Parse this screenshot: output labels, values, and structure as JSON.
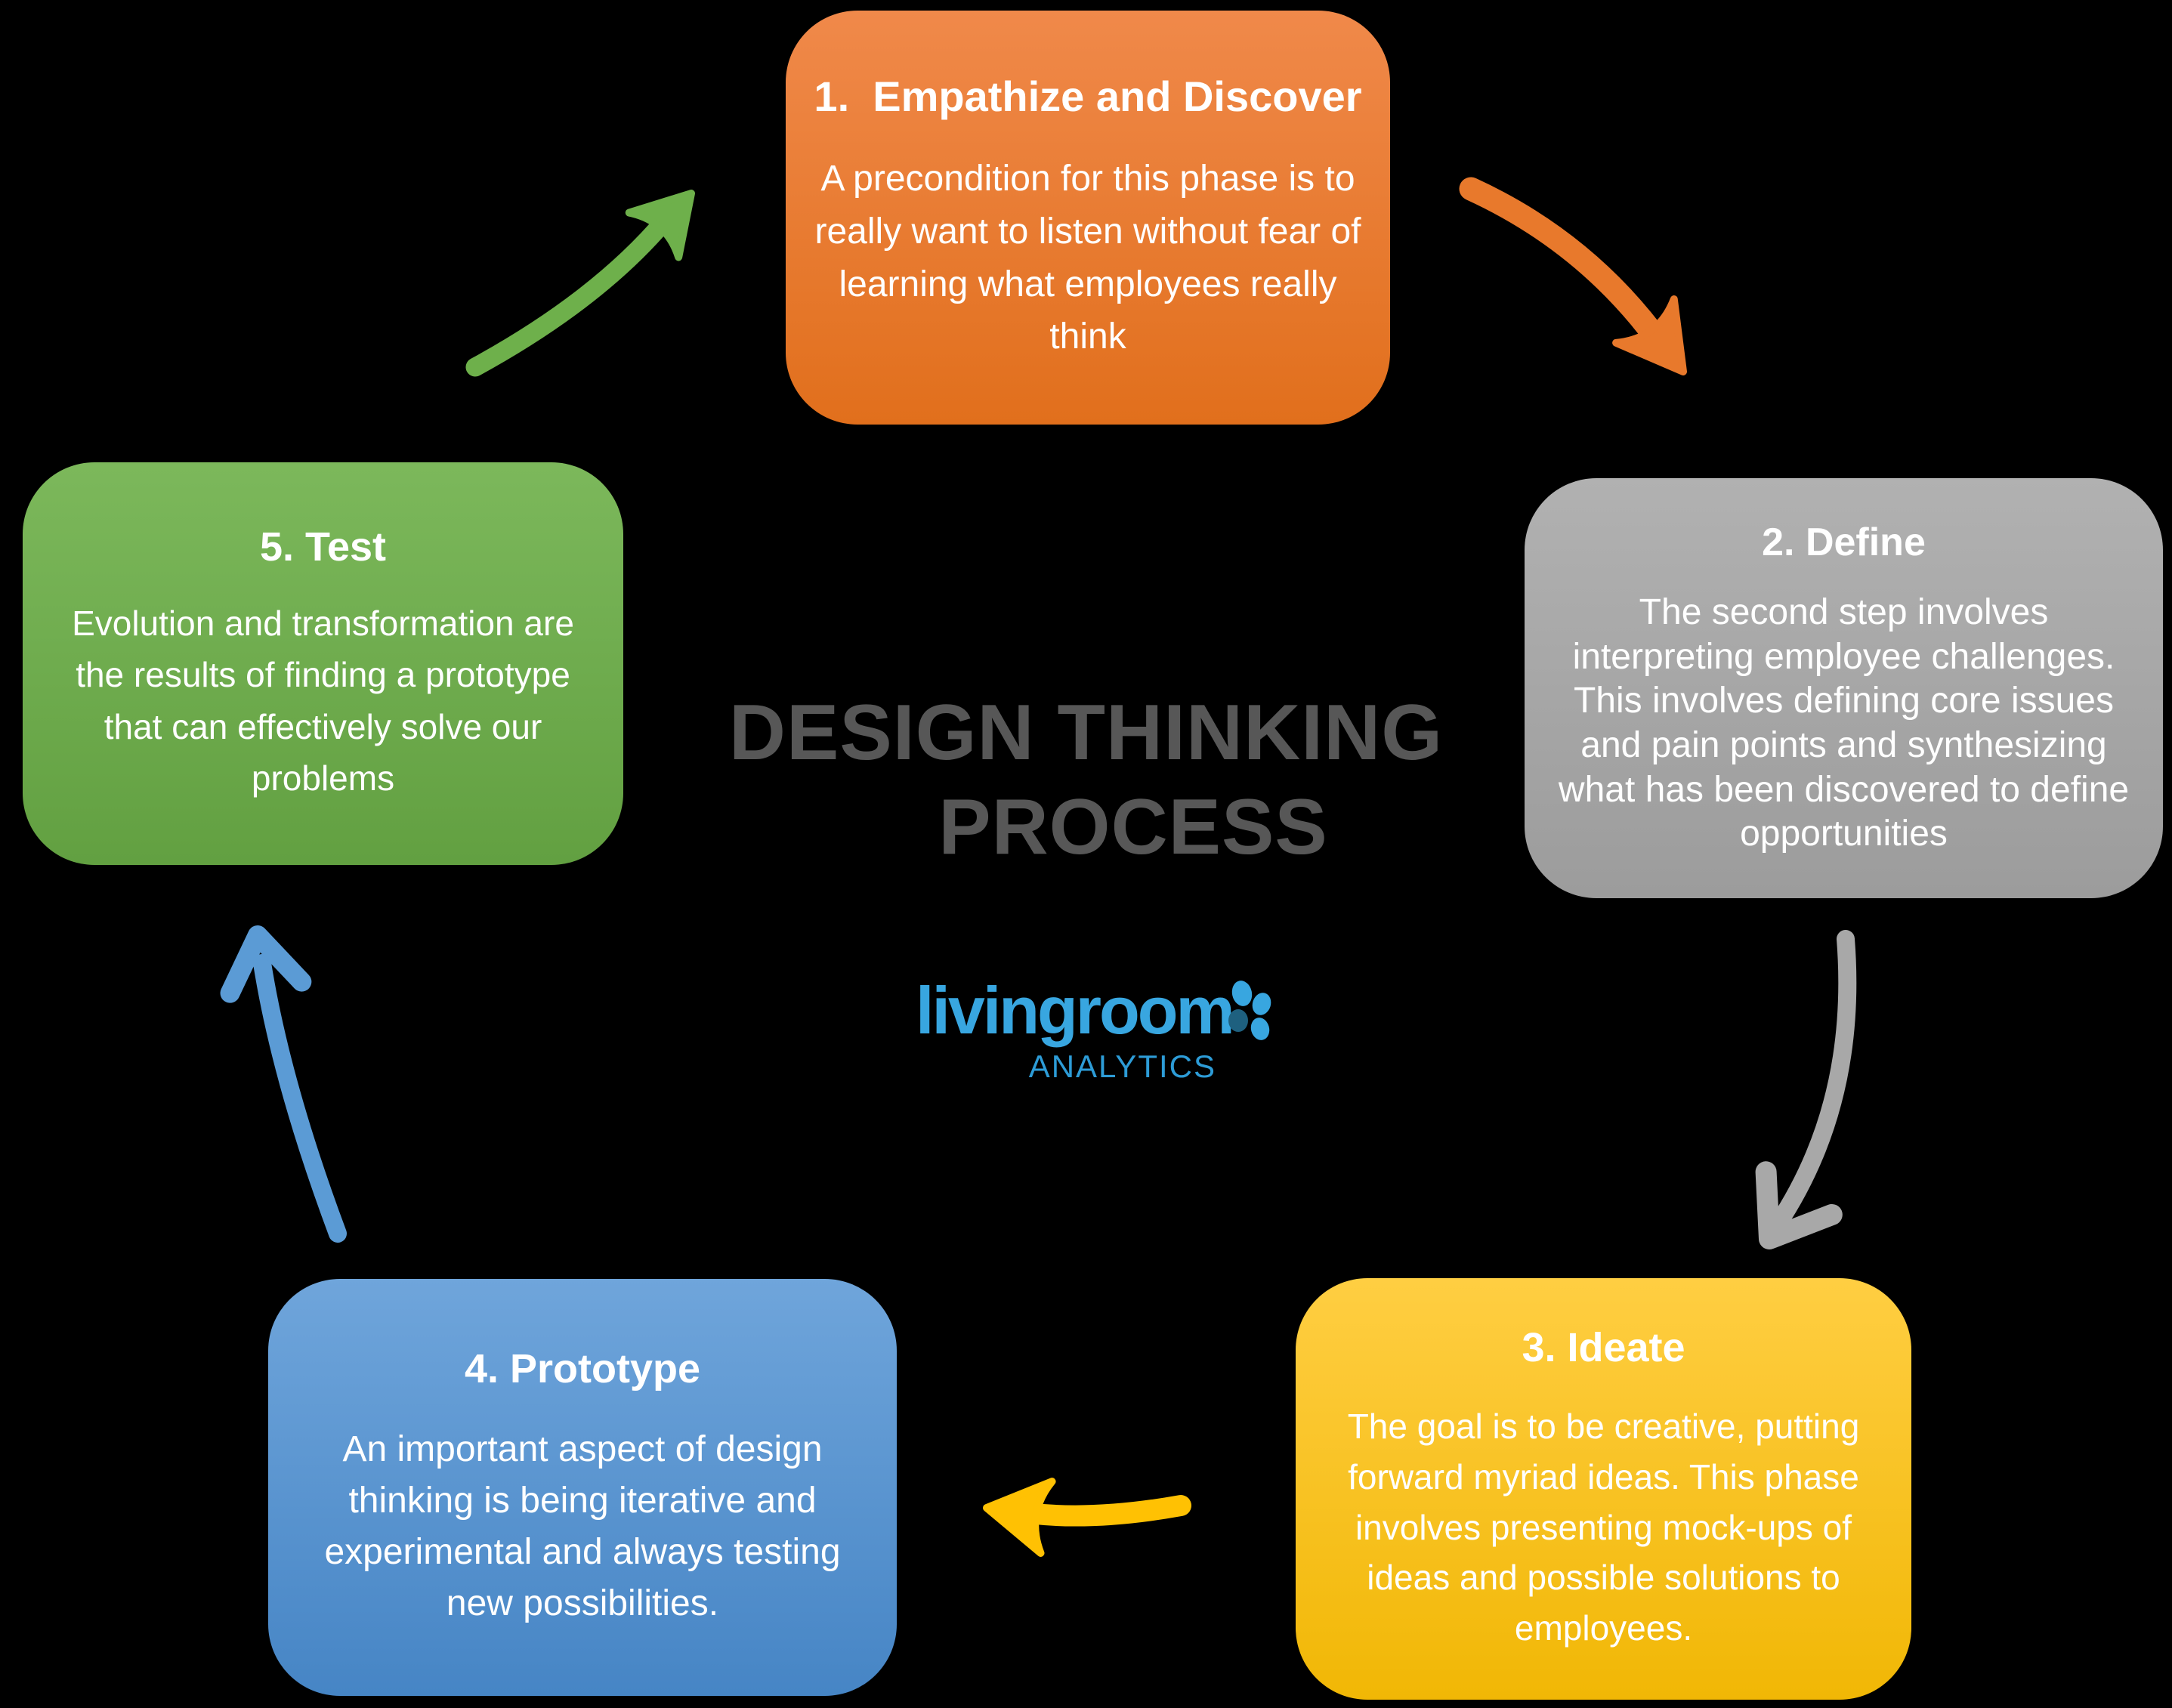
{
  "title": {
    "line1": "DESIGN THINKING",
    "line2": "PROCESS",
    "color": "#575757"
  },
  "logo": {
    "wordmark": "livingroom",
    "subtitle": "ANALYTICS",
    "primary_color": "#38A6E0",
    "subtitle_color": "#2D9CD7",
    "dark_dot_color": "#1E607F"
  },
  "steps": [
    {
      "heading": "1.  Empathize and Discover",
      "body": "A precondition for this phase is to really want to listen without fear of learning what employees really think",
      "top_color": "#F0894A",
      "bottom_color": "#E16F1C"
    },
    {
      "heading": "2. Define",
      "body": "The second step involves interpreting employee challenges. This involves defining core issues and pain points and synthesizing what has been discovered to define opportunities",
      "top_color": "#B1B1B1",
      "bottom_color": "#9C9C9C"
    },
    {
      "heading": "3. Ideate",
      "body": "The goal is to be creative, putting forward myriad ideas. This phase involves presenting mock-ups of ideas and possible solutions to employees.",
      "top_color": "#FFCE42",
      "bottom_color": "#F1B705"
    },
    {
      "heading": "4. Prototype",
      "body": "An important aspect of design thinking is being iterative and experimental and always testing new possibilities.",
      "top_color": "#6FA5DB",
      "bottom_color": "#4685C5"
    },
    {
      "heading": "5. Test",
      "body": "Evolution and transformation are the results of finding a prototype that can effectively solve our problems",
      "top_color": "#7CB85B",
      "bottom_color": "#62A041"
    }
  ],
  "arrows": [
    {
      "name": "arrow-5-to-1",
      "from": "5. Test",
      "to": "1. Empathize and Discover",
      "color": "#6EB04B"
    },
    {
      "name": "arrow-1-to-2",
      "from": "1. Empathize and Discover",
      "to": "2. Define",
      "color": "#E8792C"
    },
    {
      "name": "arrow-2-to-3",
      "from": "2. Define",
      "to": "3. Ideate",
      "color": "#A8A8A8"
    },
    {
      "name": "arrow-3-to-4",
      "from": "3. Ideate",
      "to": "4. Prototype",
      "color": "#FFC103"
    },
    {
      "name": "arrow-4-to-5",
      "from": "4. Prototype",
      "to": "5. Test",
      "color": "#5B9BD5"
    }
  ]
}
